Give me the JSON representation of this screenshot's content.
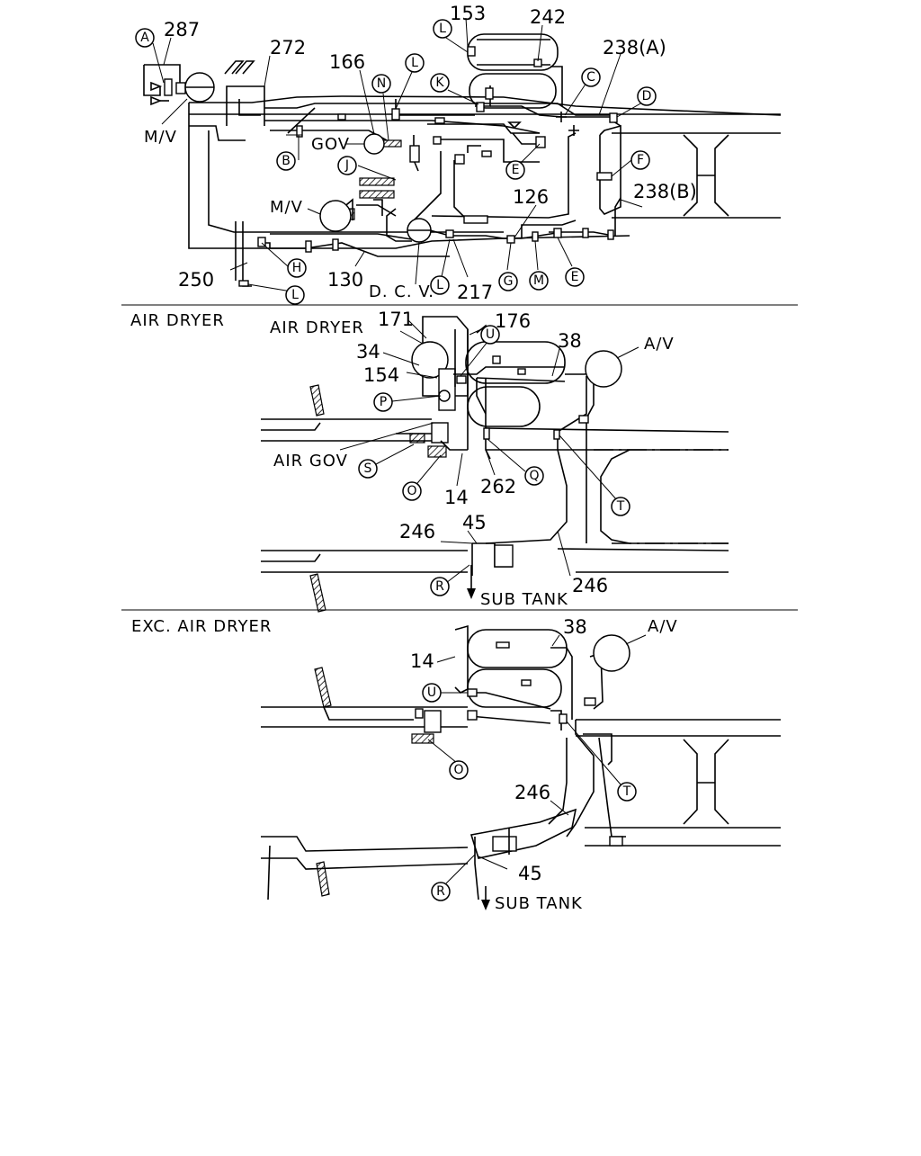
{
  "sections": {
    "air_dryer": "AIR DRYER",
    "exc_air_dryer": "EXC. AIR DRYER"
  },
  "top": {
    "numbers": {
      "n287": "287",
      "n272": "272",
      "n166": "166",
      "n153": "153",
      "n242": "242",
      "n238a": "238(A)",
      "n238b": "238(B)",
      "n126": "126",
      "n250": "250",
      "n130": "130",
      "n217": "217"
    },
    "labels": {
      "mv1": "M/V",
      "gov": "GOV",
      "mv2": "M/V",
      "dcv": "D. C. V."
    },
    "callouts": {
      "a": "A",
      "l1": "L",
      "l2": "L",
      "n": "N",
      "k": "K",
      "c": "C",
      "d": "D",
      "b": "B",
      "e1": "E",
      "j": "J",
      "f": "F",
      "h": "H",
      "l3": "L",
      "l4": "L",
      "g": "G",
      "m": "M",
      "e2": "E"
    }
  },
  "mid": {
    "numbers": {
      "n171": "171",
      "n176": "176",
      "n34": "34",
      "n154": "154",
      "n38": "38",
      "n14": "14",
      "n262": "262",
      "n246a": "246",
      "n45": "45",
      "n246b": "246"
    },
    "labels": {
      "air_dryer": "AIR DRYER",
      "av": "A/V",
      "air_gov": "AIR GOV",
      "sub_tank": "SUB TANK"
    },
    "callouts": {
      "u": "U",
      "p": "P",
      "s": "S",
      "o": "O",
      "q": "Q",
      "t": "T",
      "r": "R"
    }
  },
  "bot": {
    "numbers": {
      "n38": "38",
      "n14": "14",
      "n246": "246",
      "n45": "45"
    },
    "labels": {
      "av": "A/V",
      "sub_tank": "SUB TANK"
    },
    "callouts": {
      "u": "U",
      "o": "O",
      "t": "T",
      "r": "R"
    }
  }
}
